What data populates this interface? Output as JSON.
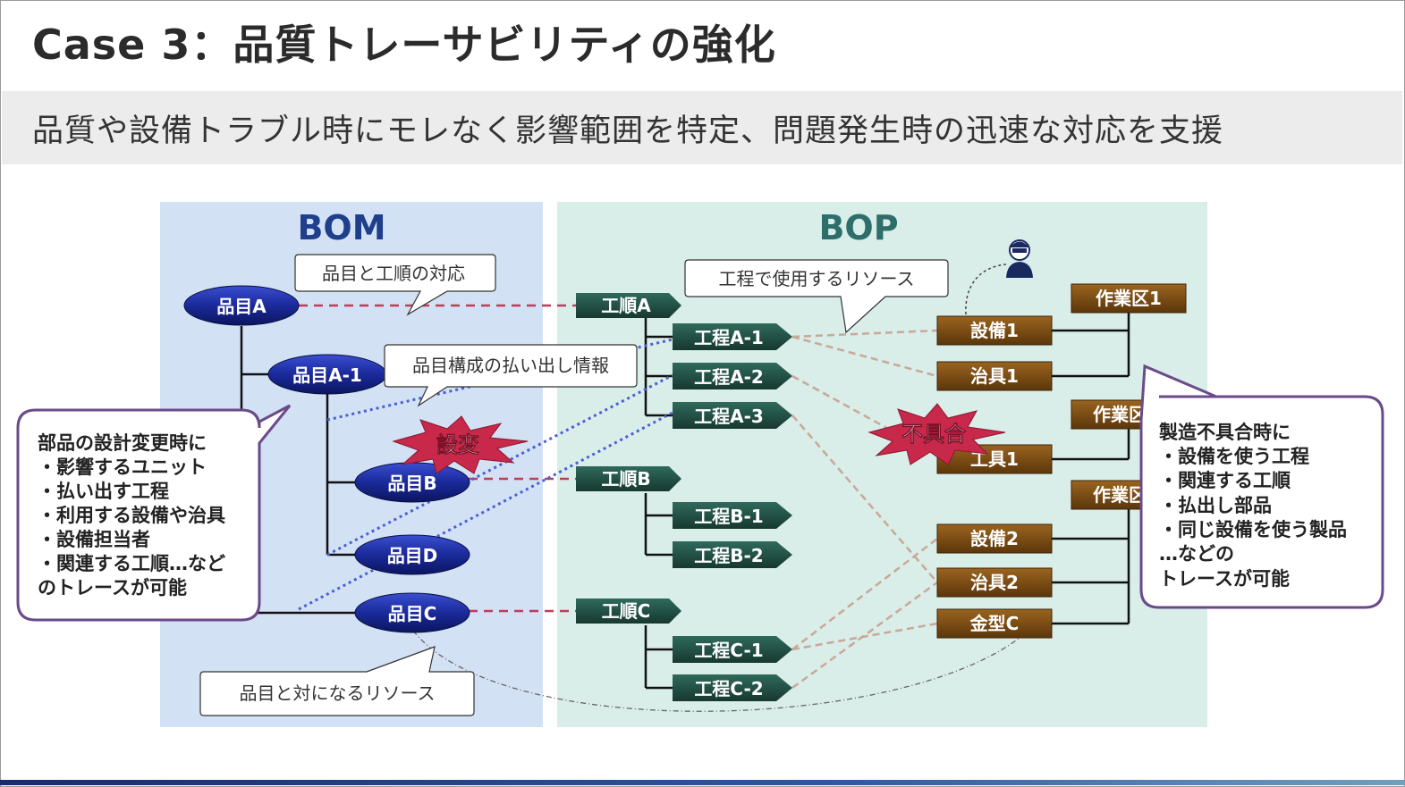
{
  "slide": {
    "title": "Case 3：品質トレーサビリティの強化",
    "subtitle": "品質や設備トラブル時にモレなく影響範囲を特定、問題発生時の迅速な対応を支援"
  },
  "colors": {
    "bom_panel": "#d2e1f3",
    "bop_panel": "#d9ede9",
    "bom_title": "#1f3e8c",
    "bop_title": "#2d6e6a",
    "part_node": "#1a2a9a",
    "process_node": "#1f4a40",
    "resource_node": "#7a4a10",
    "burst": "#c8284a",
    "dashed_link": "#c23a5a",
    "dotted_link": "#4a60d8",
    "resource_link": "#c9a898",
    "callout_border": "#6b4a8a"
  },
  "bom": {
    "heading": "BOM",
    "parts": {
      "a": "品目A",
      "a1": "品目A-1",
      "b": "品目B",
      "d": "品目D",
      "c": "品目C"
    },
    "change_burst": "設変"
  },
  "bop": {
    "heading": "BOP",
    "routings": {
      "a": "工順A",
      "b": "工順B",
      "c": "工順C"
    },
    "processes": {
      "a1": "工程A-1",
      "a2": "工程A-2",
      "a3": "工程A-3",
      "b1": "工程B-1",
      "b2": "工程B-2",
      "c1": "工程C-1",
      "c2": "工程C-2"
    },
    "resources": {
      "eq1": "設備1",
      "jig1": "治具1",
      "tool1": "工具1",
      "eq2": "設備2",
      "jig2": "治具2",
      "mold": "金型C"
    },
    "areas": {
      "area1": "作業区1",
      "area2": "作業区",
      "area3": "作業区"
    },
    "defect_burst": "不具合",
    "operator_icon": "operator-person-icon"
  },
  "callouts": {
    "part_routing": "品目と工順の対応",
    "resource_use": "工程で使用するリソース",
    "issue_info": "品目構成の払い出し情報",
    "paired_resource": "品目と対になるリソース",
    "left_box": [
      "部品の設計変更時に",
      "・影響するユニット",
      "・払い出す工程",
      "・利用する設備や治具",
      "・設備担当者",
      "・関連する工順…など",
      "のトレースが可能"
    ],
    "right_box": [
      "製造不具合時に",
      "・設備を使う工程",
      "・関連する工順",
      "・払出し部品",
      "・同じ設備を使う製品",
      "…などの",
      "トレースが可能"
    ]
  }
}
